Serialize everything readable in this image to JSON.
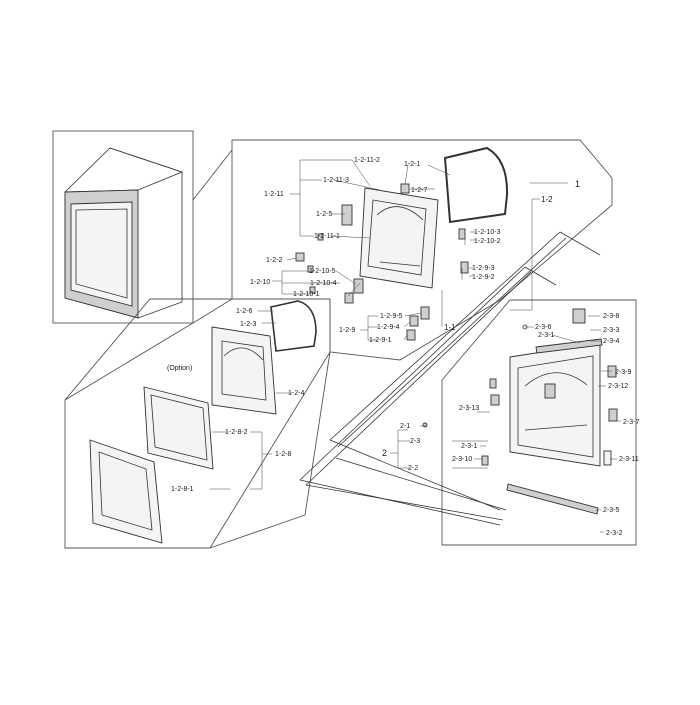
{
  "labels": {
    "l_1": "1",
    "l_1_1": "1-1",
    "l_1_2": "1-2",
    "l_1_2_1": "1-2-1",
    "l_1_2_2": "1-2-2",
    "l_1_2_3": "1-2-3",
    "l_1_2_4": "1-2-4",
    "l_1_2_5": "1-2-5",
    "l_1_2_6": "1-2-6",
    "l_1_2_7": "1-2-7",
    "l_1_2_8": "1-2-8",
    "l_1_2_8_1": "1-2-8-1",
    "l_1_2_8_2": "1-2-8-2",
    "l_1_2_9": "1-2-9",
    "l_1_2_9_1": "1-2-9-1",
    "l_1_2_9_2": "1-2-9-2",
    "l_1_2_9_3": "1-2-9-3",
    "l_1_2_9_4": "1-2-9-4",
    "l_1_2_9_5": "1-2-9-5",
    "l_1_2_10": "1-2-10",
    "l_1_2_10_1": "1-2-10-1",
    "l_1_2_10_2": "1-2-10-2",
    "l_1_2_10_3": "1-2-10-3",
    "l_1_2_10_4": "1-2-10-4",
    "l_1_2_10_5": "1-2-10-5",
    "l_1_2_11": "1-2-11",
    "l_1_2_11_1": "1-2-11-1",
    "l_1_2_11_2": "1-2-11-2",
    "l_1_2_11_3": "1-2-11-3",
    "l_option": "(Option)",
    "l_2": "2",
    "l_2_1": "2-1",
    "l_2_2": "2-2",
    "l_2_3": "2-3",
    "l_2_3_1a": "2-3-1",
    "l_2_3_1b": "2-3-1",
    "l_2_3_2": "2-3-2",
    "l_2_3_3": "2-3-3",
    "l_2_3_4": "2-3-4",
    "l_2_3_5": "2-3-5",
    "l_2_3_6": "2-3-6",
    "l_2_3_7": "2-3-7",
    "l_2_3_8": "2-3-8",
    "l_2_3_9": "2-3-9",
    "l_2_3_10": "2-3-10",
    "l_2_3_11": "2-3-11",
    "l_2_3_12": "2-3-12",
    "l_2_3_13": "2-3-13"
  }
}
